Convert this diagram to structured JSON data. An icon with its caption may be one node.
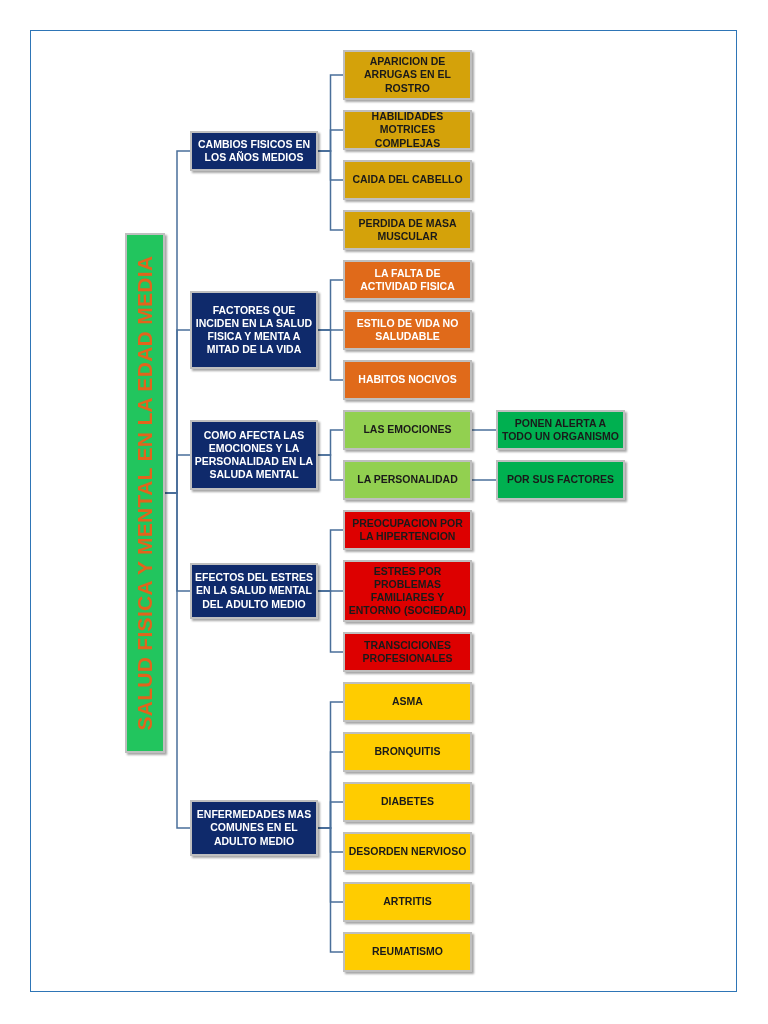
{
  "diagram": {
    "nodes": [
      {
        "text": [
          "SALUD FISICA Y MENTAL EN LA EDAD MEDIA"
        ]
      },
      {
        "text": [
          "CAMBIOS FISICOS EN LOS AÑOS MEDIOS"
        ]
      },
      {
        "text": [
          "APARICION DE ARRUGAS EN EL ROSTRO"
        ]
      },
      {
        "text": [
          "HABILIDADES MOTRICES COMPLEJAS"
        ]
      },
      {
        "text": [
          "CAIDA DEL CABELLO"
        ]
      },
      {
        "text": [
          "PERDIDA DE MASA MUSCULAR"
        ]
      },
      {
        "text": [
          "FACTORES QUE INCIDEN EN LA SALUD FISICA Y MENTA A MITAD DE LA VIDA"
        ]
      },
      {
        "text": [
          "LA FALTA DE ACTIVIDAD FISICA"
        ]
      },
      {
        "text": [
          "ESTILO DE VIDA NO SALUDABLE"
        ]
      },
      {
        "text": [
          "HABITOS NOCIVOS"
        ]
      },
      {
        "text": [
          "COMO AFECTA LAS EMOCIONES Y LA PERSONALIDAD EN LA SALUDA MENTAL"
        ]
      },
      {
        "text": [
          "LAS EMOCIONES"
        ]
      },
      {
        "text": [
          "PONEN ALERTA A TODO UN ORGANISMO"
        ]
      },
      {
        "text": [
          "LA PERSONALIDAD"
        ]
      },
      {
        "text": [
          "POR SUS FACTORES"
        ]
      },
      {
        "text": [
          "EFECTOS DEL ESTRES EN LA SALUD MENTAL DEL ADULTO MEDIO"
        ]
      },
      {
        "text": [
          "PREOCUPACION POR LA HIPERTENCION"
        ]
      },
      {
        "text": [
          "ESTRES POR PROBLEMAS FAMILIARES Y ENTORNO (SOCIEDAD)"
        ]
      },
      {
        "text": [
          "TRANSCICIONES PROFESIONALES"
        ]
      },
      {
        "text": [
          "ENFERMEDADES MAS COMUNES EN EL ADULTO MEDIO"
        ]
      },
      {
        "text": [
          "ASMA"
        ]
      },
      {
        "text": [
          "BRONQUITIS"
        ]
      },
      {
        "text": [
          "DIABETES"
        ]
      },
      {
        "text": [
          "DESORDEN NERVIOSO"
        ]
      },
      {
        "text": [
          "ARTRITIS"
        ]
      },
      {
        "text": [
          "REUMATISMO"
        ]
      }
    ],
    "edges": [
      {
        "from": 0,
        "to": 1,
        "arrow": "none"
      },
      {
        "from": 0,
        "to": 6,
        "arrow": "none"
      },
      {
        "from": 0,
        "to": 10,
        "arrow": "none"
      },
      {
        "from": 0,
        "to": 15,
        "arrow": "none"
      },
      {
        "from": 0,
        "to": 19,
        "arrow": "none"
      },
      {
        "from": 1,
        "to": 2,
        "arrow": "none"
      },
      {
        "from": 1,
        "to": 3,
        "arrow": "none"
      },
      {
        "from": 1,
        "to": 4,
        "arrow": "none"
      },
      {
        "from": 1,
        "to": 5,
        "arrow": "none"
      },
      {
        "from": 6,
        "to": 7,
        "arrow": "none"
      },
      {
        "from": 6,
        "to": 8,
        "arrow": "none"
      },
      {
        "from": 6,
        "to": 9,
        "arrow": "none"
      },
      {
        "from": 10,
        "to": 11,
        "arrow": "none"
      },
      {
        "from": 10,
        "to": 13,
        "arrow": "none"
      },
      {
        "from": 11,
        "to": 12,
        "arrow": "none"
      },
      {
        "from": 13,
        "to": 14,
        "arrow": "none"
      },
      {
        "from": 15,
        "to": 16,
        "arrow": "none"
      },
      {
        "from": 15,
        "to": 17,
        "arrow": "none"
      },
      {
        "from": 15,
        "to": 18,
        "arrow": "none"
      },
      {
        "from": 19,
        "to": 20,
        "arrow": "none"
      },
      {
        "from": 19,
        "to": 21,
        "arrow": "none"
      },
      {
        "from": 19,
        "to": 22,
        "arrow": "none"
      },
      {
        "from": 19,
        "to": 23,
        "arrow": "none"
      },
      {
        "from": 19,
        "to": 24,
        "arrow": "none"
      },
      {
        "from": 19,
        "to": 25,
        "arrow": "none"
      }
    ]
  }
}
